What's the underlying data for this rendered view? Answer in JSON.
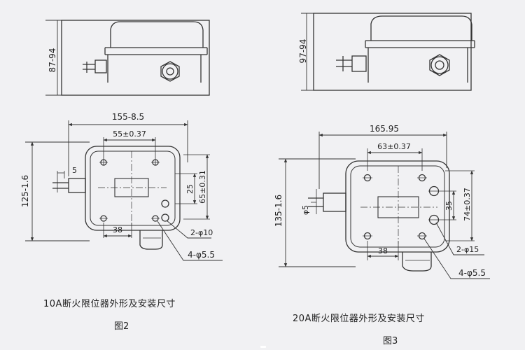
{
  "fig2": {
    "dims": {
      "height_top": "87-94",
      "width": "155-8.5",
      "hole_spacing": "55±0.37",
      "height": "125-1.6",
      "d5": "5",
      "d25": "25",
      "d65": "65±0.31",
      "d38": "38",
      "holes2": "2-φ10",
      "holes4": "4-φ5.5"
    },
    "caption": "10A断火限位器外形及安装尺寸",
    "figure_label": "图2"
  },
  "fig3": {
    "dims": {
      "height_top": "97-94",
      "width": "165.95",
      "hole_spacing": "63±0.37",
      "height": "135-1.6",
      "d5": "φ5",
      "d35": "35",
      "d74": "74±0.37",
      "d38": "38",
      "holes2": "2-φ15",
      "holes4": "4-φ5.5"
    },
    "caption": "20A断火限位器外形及安装尺寸",
    "figure_label": "图3"
  }
}
